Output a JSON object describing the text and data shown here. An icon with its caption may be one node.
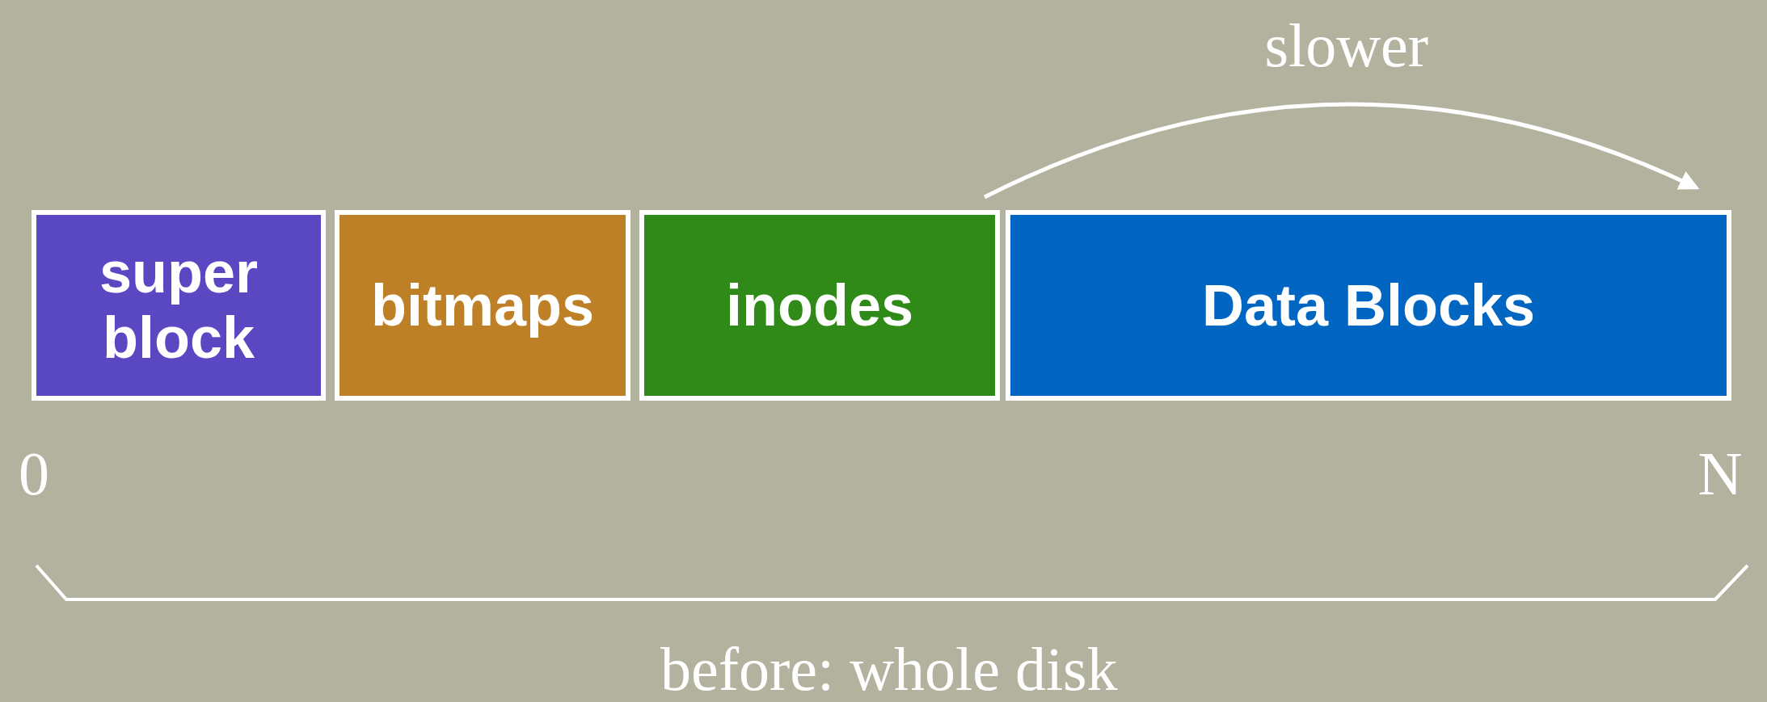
{
  "diagram": {
    "nodes": [
      {
        "text": [
          "super block"
        ]
      },
      {
        "text": [
          "bitmaps"
        ]
      },
      {
        "text": [
          "inodes"
        ]
      },
      {
        "text": [
          "Data Blocks"
        ]
      }
    ],
    "labels": [
      "slower",
      "0",
      "N",
      "before: whole disk"
    ]
  }
}
